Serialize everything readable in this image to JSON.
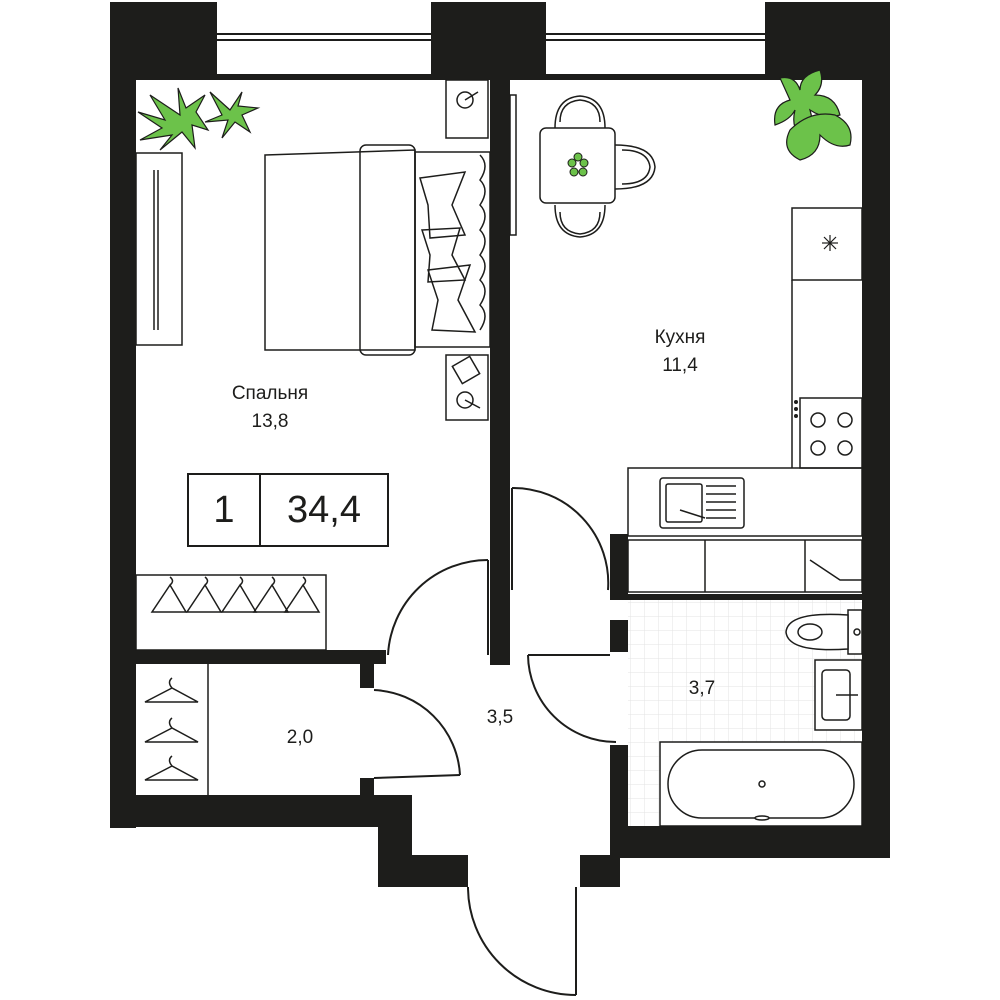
{
  "apartment": {
    "rooms_count": "1",
    "total_area": "34,4"
  },
  "rooms": {
    "bedroom": {
      "name": "Спальня",
      "area": "13,8"
    },
    "kitchen": {
      "name": "Кухня",
      "area": "11,4"
    },
    "wardrobe": {
      "area": "2,0"
    },
    "hallway": {
      "area": "3,5"
    },
    "bathroom": {
      "area": "3,7"
    }
  },
  "colors": {
    "wall": "#1d1d1b",
    "line": "#1d1d1b",
    "plant": "#6cc24a",
    "plant_dark": "#1d1d1b",
    "tile": "#e6e6e6"
  }
}
